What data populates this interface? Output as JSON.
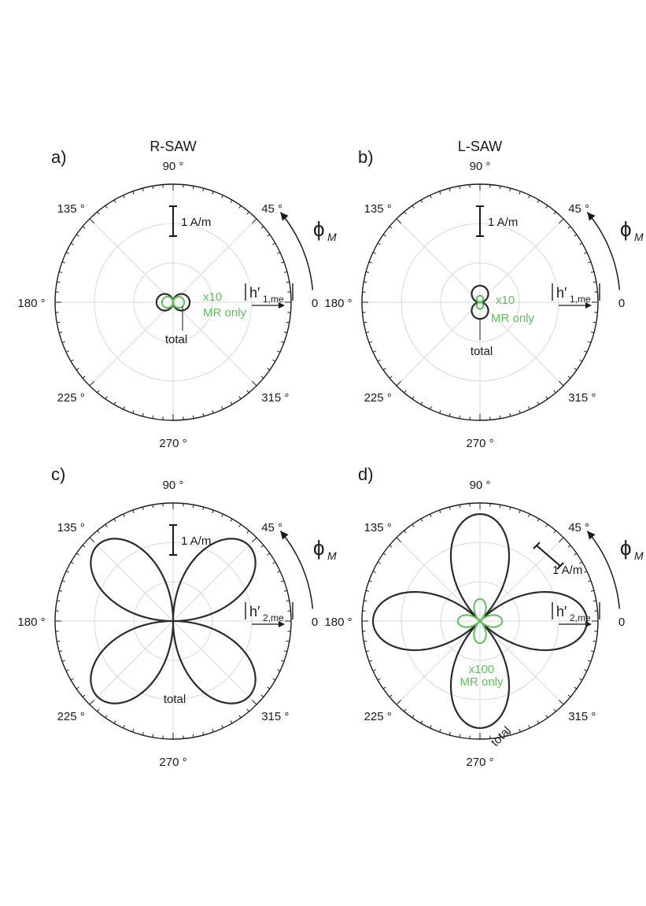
{
  "figure": {
    "colors": {
      "total": "#2b2b2b",
      "mr_only": "#5cc15a",
      "grid": "#d9d9d9",
      "frame": "#1a1a1a"
    }
  },
  "chart_data": [
    {
      "type": "polar",
      "panel_label": "a)",
      "title": "R-SAW",
      "angle_labels": [
        "0",
        "45 °",
        "90 °",
        "135 °",
        "180 °",
        "225 °",
        "270 °",
        "315 °"
      ],
      "radial_range": [
        0,
        3.2
      ],
      "scale_bar": "1 A/m",
      "phi_label": "ϕ",
      "phi_subscript": "M",
      "quantity_label": "h′",
      "quantity_subscript": "1,me",
      "series": [
        {
          "name": "total",
          "function": "|cos(phi)|",
          "amplitude": 0.45
        },
        {
          "name": "MR only",
          "function": "|cos(phi)|",
          "amplitude": 0.3,
          "scale_factor": "x10"
        }
      ],
      "annotations": [
        "x10",
        "MR only",
        "total"
      ]
    },
    {
      "type": "polar",
      "panel_label": "b)",
      "title": "L-SAW",
      "angle_labels": [
        "0",
        "45 °",
        "90 °",
        "135 °",
        "180 °",
        "225 °",
        "270 °",
        "315 °"
      ],
      "radial_range": [
        0,
        3.2
      ],
      "scale_bar": "1 A/m",
      "phi_label": "ϕ",
      "phi_subscript": "M",
      "quantity_label": "h′",
      "quantity_subscript": "1,me",
      "series": [
        {
          "name": "total",
          "function": "|sin(phi)|",
          "amplitude": 0.45
        },
        {
          "name": "MR only",
          "function": "|sin(phi)|",
          "amplitude": 0.18,
          "scale_factor": "x10"
        }
      ],
      "annotations": [
        "x10",
        "MR only",
        "total"
      ]
    },
    {
      "type": "polar",
      "panel_label": "c)",
      "angle_labels": [
        "0",
        "45 °",
        "90 °",
        "135 °",
        "180 °",
        "225 °",
        "270 °",
        "315 °"
      ],
      "radial_range": [
        0,
        3.2
      ],
      "scale_bar": "1 A/m",
      "phi_label": "ϕ",
      "phi_subscript": "M",
      "quantity_label": "h′",
      "quantity_subscript": "2,me",
      "series": [
        {
          "name": "total",
          "function": "|sin(2*phi)|",
          "amplitude": 2.9
        }
      ],
      "annotations": [
        "total"
      ]
    },
    {
      "type": "polar",
      "panel_label": "d)",
      "angle_labels": [
        "0",
        "45 °",
        "90 °",
        "135 °",
        "180 °",
        "225 °",
        "270 °",
        "315 °"
      ],
      "radial_range": [
        0,
        3.2
      ],
      "scale_bar": "1 A/m",
      "phi_label": "ϕ",
      "phi_subscript": "M",
      "quantity_label": "h′",
      "quantity_subscript": "2,me",
      "series": [
        {
          "name": "total",
          "function": "|cos(2*phi)|",
          "amplitude": 2.9
        },
        {
          "name": "MR only",
          "function": "|cos(2*phi)|",
          "amplitude": 0.6,
          "scale_factor": "x100"
        }
      ],
      "annotations": [
        "x100",
        "MR only",
        "total"
      ]
    }
  ]
}
